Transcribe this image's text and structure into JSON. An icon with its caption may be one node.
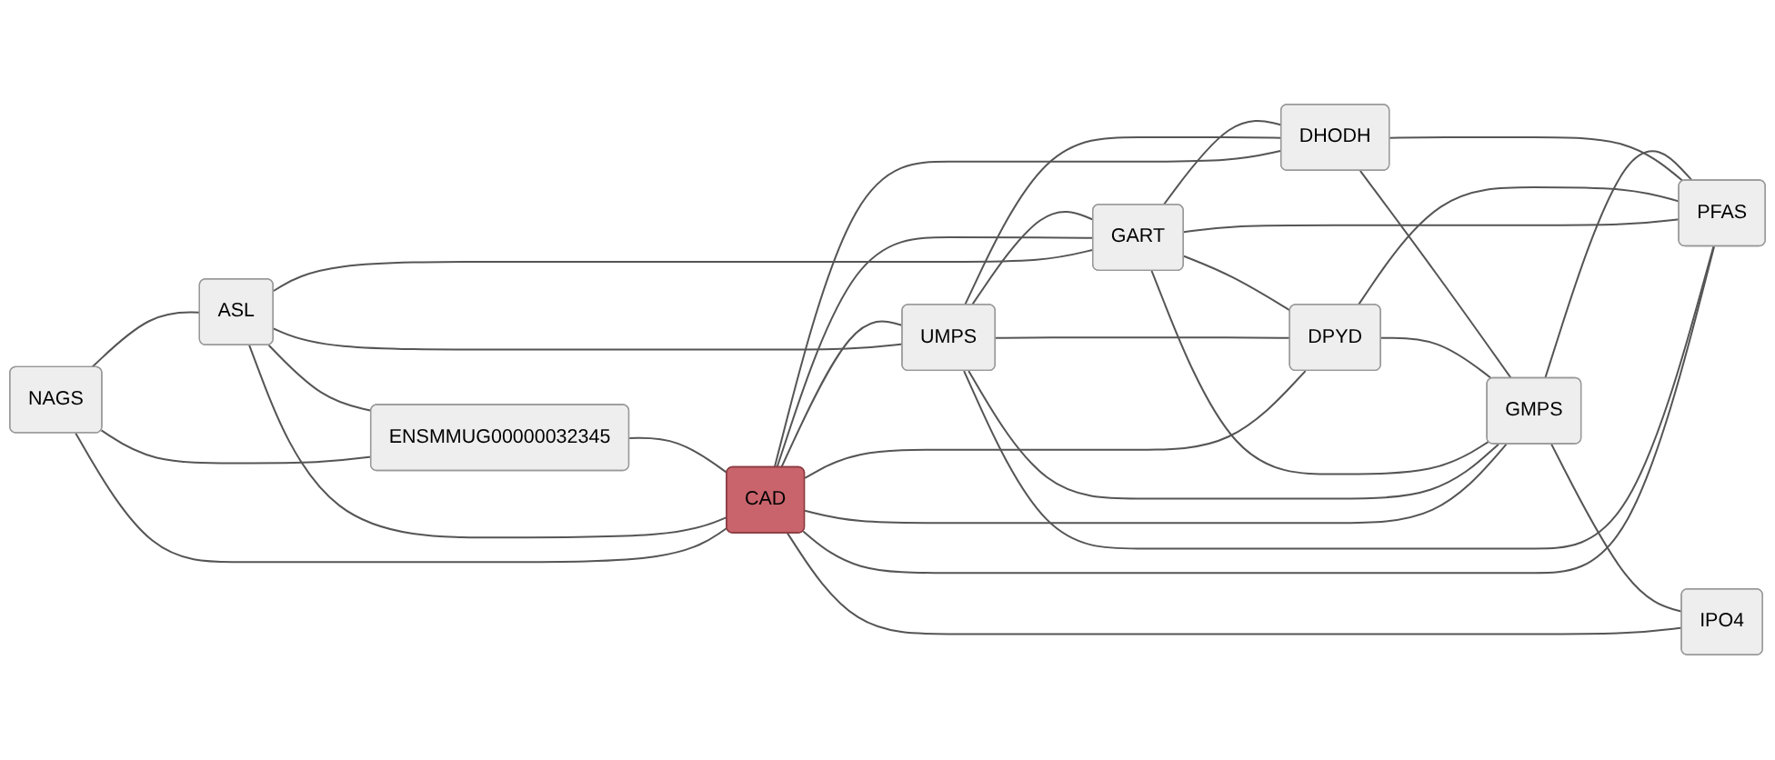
{
  "diagram": {
    "nodes": [
      {
        "text": [
          "DPYD"
        ]
      },
      {
        "text": [
          "UMPS"
        ]
      },
      {
        "text": [
          "DHODH"
        ]
      },
      {
        "text": [
          "ASL"
        ]
      },
      {
        "text": [
          "GART"
        ]
      },
      {
        "text": [
          "NAGS"
        ]
      },
      {
        "text": [
          "CAD"
        ]
      },
      {
        "text": [
          "GMPS"
        ]
      },
      {
        "text": [
          "ENSMMUG00000032345"
        ]
      },
      {
        "text": [
          "PFAS"
        ]
      },
      {
        "text": [
          "IPO4"
        ]
      }
    ],
    "edges": [
      {
        "from": 5,
        "to": 3,
        "arrow": "none"
      },
      {
        "from": 5,
        "to": 6,
        "arrow": "none"
      },
      {
        "from": 5,
        "to": 8,
        "arrow": "none"
      },
      {
        "from": 3,
        "to": 6,
        "arrow": "none"
      },
      {
        "from": 3,
        "to": 8,
        "arrow": "none"
      },
      {
        "from": 3,
        "to": 1,
        "arrow": "none"
      },
      {
        "from": 3,
        "to": 4,
        "arrow": "none"
      },
      {
        "from": 8,
        "to": 6,
        "arrow": "none"
      },
      {
        "from": 6,
        "to": 1,
        "arrow": "none"
      },
      {
        "from": 6,
        "to": 4,
        "arrow": "none"
      },
      {
        "from": 6,
        "to": 0,
        "arrow": "none"
      },
      {
        "from": 6,
        "to": 2,
        "arrow": "none"
      },
      {
        "from": 6,
        "to": 7,
        "arrow": "none"
      },
      {
        "from": 6,
        "to": 9,
        "arrow": "none"
      },
      {
        "from": 6,
        "to": 10,
        "arrow": "none"
      },
      {
        "from": 1,
        "to": 0,
        "arrow": "none"
      },
      {
        "from": 1,
        "to": 4,
        "arrow": "none"
      },
      {
        "from": 1,
        "to": 2,
        "arrow": "none"
      },
      {
        "from": 1,
        "to": 7,
        "arrow": "none"
      },
      {
        "from": 1,
        "to": 9,
        "arrow": "none"
      },
      {
        "from": 4,
        "to": 0,
        "arrow": "none"
      },
      {
        "from": 4,
        "to": 2,
        "arrow": "none"
      },
      {
        "from": 4,
        "to": 7,
        "arrow": "none"
      },
      {
        "from": 4,
        "to": 9,
        "arrow": "none"
      },
      {
        "from": 0,
        "to": 7,
        "arrow": "none"
      },
      {
        "from": 0,
        "to": 9,
        "arrow": "none"
      },
      {
        "from": 2,
        "to": 7,
        "arrow": "none"
      },
      {
        "from": 2,
        "to": 9,
        "arrow": "none"
      },
      {
        "from": 7,
        "to": 9,
        "arrow": "none"
      },
      {
        "from": 7,
        "to": 10,
        "arrow": "none"
      }
    ]
  }
}
